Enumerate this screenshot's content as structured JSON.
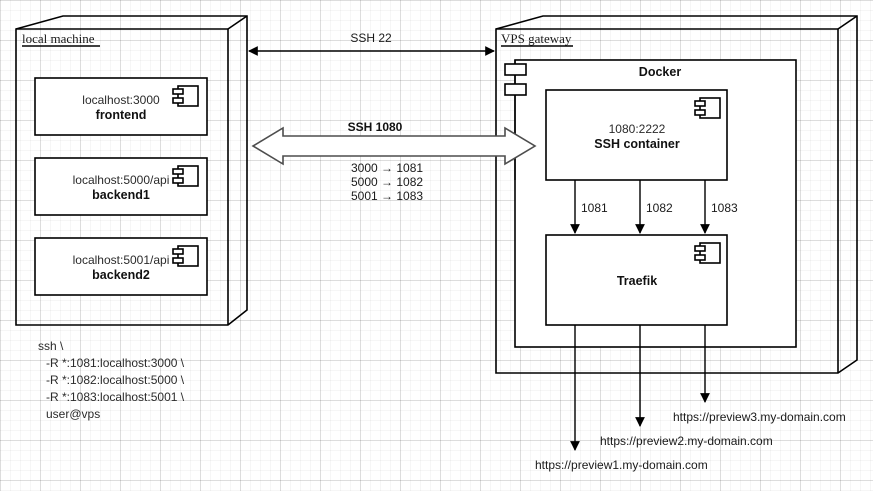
{
  "diagram": {
    "title_local": "local machine",
    "title_vps": "VPS gateway",
    "docker_label": "Docker",
    "traefik_label": "Traefik"
  },
  "local_components": [
    {
      "endpoint": "localhost:3000",
      "name": "frontend",
      "icon": "uml-component-icon"
    },
    {
      "endpoint": "localhost:5000/api",
      "name": "backend1",
      "icon": "uml-component-icon"
    },
    {
      "endpoint": "localhost:5001/api",
      "name": "backend2",
      "icon": "uml-component-icon"
    }
  ],
  "ssh_container": {
    "endpoint": "1080:2222",
    "name": "SSH container",
    "icon": "uml-component-icon"
  },
  "traefik": {
    "name": "Traefik",
    "icon": "uml-component-icon"
  },
  "edges": {
    "ssh22": "SSH 22",
    "ssh1080": "SSH 1080",
    "forwards": [
      "3000 → 1081",
      "5000 → 1082",
      "5001 → 1083"
    ]
  },
  "internal_ports": [
    "1081",
    "1082",
    "1083"
  ],
  "urls": [
    "https://preview1.my-domain.com",
    "https://preview2.my-domain.com",
    "https://preview3.my-domain.com"
  ],
  "command": [
    "ssh \\",
    "-R *:1081:localhost:3000 \\",
    "-R *:1082:localhost:5000 \\",
    "-R *:1083:localhost:5001 \\",
    "user@vps"
  ],
  "colors": {
    "line": "#000000",
    "hollow_arrow_stroke": "#4d4d4d",
    "grid": "#d9d9d9",
    "background": "#ffffff"
  }
}
